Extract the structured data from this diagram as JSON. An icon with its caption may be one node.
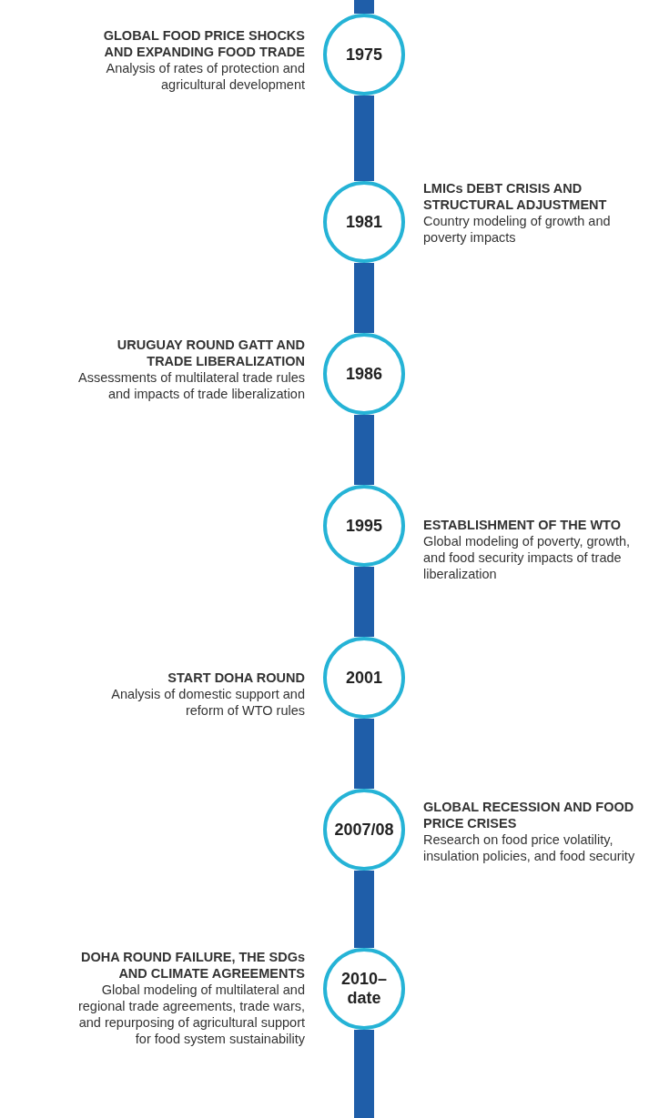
{
  "diagram": {
    "nodes": [
      {
        "text": [
          "1975"
        ],
        "beside": [
          "GLOBAL FOOD PRICE SHOCKS AND EXPANDING FOOD TRADE",
          "Analysis of rates of protection and agricultural development"
        ]
      },
      {
        "text": [
          "1981"
        ],
        "beside": [
          "LMICs DEBT CRISIS AND STRUCTURAL ADJUSTMENT",
          "Country modeling of growth and poverty impacts"
        ]
      },
      {
        "text": [
          "1986"
        ],
        "beside": [
          "URUGUAY ROUND GATT AND TRADE LIBERALIZATION",
          "Assessments of multilateral trade rules and impacts of trade liberalization"
        ]
      },
      {
        "text": [
          "1995"
        ],
        "beside": [
          "ESTABLISHMENT OF THE WTO",
          "Global modeling of poverty, growth, and food security impacts of trade liberalization"
        ]
      },
      {
        "text": [
          "2001"
        ],
        "beside": [
          "START DOHA ROUND",
          "Analysis of domestic support and reform of WTO rules"
        ]
      },
      {
        "text": [
          "2007/08"
        ],
        "beside": [
          "GLOBAL RECESSION AND FOOD PRICE CRISES",
          "Research on food price volatility, insulation policies, and food security"
        ]
      },
      {
        "text": [
          "2010– date"
        ],
        "beside": [
          "DOHA ROUND FAILURE, THE SDGs AND CLIMATE AGREEMENTS",
          "Global modeling of multilateral and regional trade agreements, trade wars, and repurposing of agricultural support for food system sustainability"
        ]
      }
    ],
    "edges": [
      {
        "from": 0,
        "to": 1,
        "arrow": "none"
      },
      {
        "from": 1,
        "to": 2,
        "arrow": "none"
      },
      {
        "from": 2,
        "to": 3,
        "arrow": "none"
      },
      {
        "from": 3,
        "to": 4,
        "arrow": "none"
      },
      {
        "from": 4,
        "to": 5,
        "arrow": "none"
      },
      {
        "from": 5,
        "to": 6,
        "arrow": "none"
      }
    ]
  }
}
